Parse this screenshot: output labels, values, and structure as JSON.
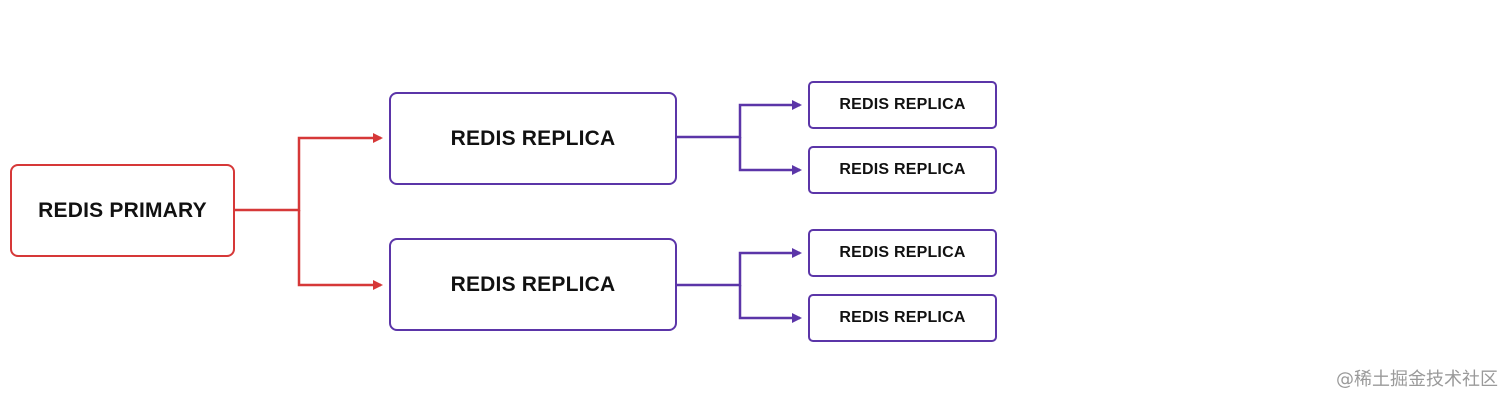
{
  "nodes": {
    "primary": {
      "label": "REDIS PRIMARY"
    },
    "replica_top": {
      "label": "REDIS REPLICA"
    },
    "replica_bottom": {
      "label": "REDIS REPLICA"
    },
    "replica_top_1": {
      "label": "REDIS REPLICA"
    },
    "replica_top_2": {
      "label": "REDIS REPLICA"
    },
    "replica_bottom_1": {
      "label": "REDIS REPLICA"
    },
    "replica_bottom_2": {
      "label": "REDIS REPLICA"
    }
  },
  "colors": {
    "primary": "#d63838",
    "replica": "#5b35a8",
    "text": "#111111"
  },
  "watermark": "@稀土掘金技术社区"
}
